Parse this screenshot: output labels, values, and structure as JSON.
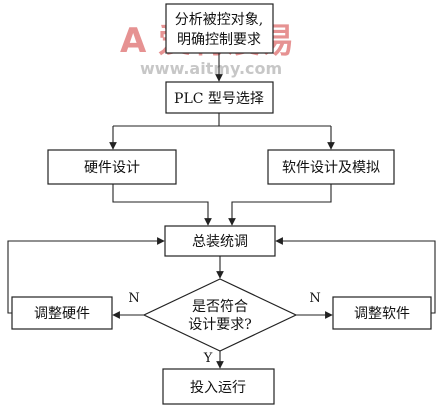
{
  "watermark": {
    "brand": "A 爱特漫易",
    "url": "www.aitmy.com"
  },
  "nodes": {
    "analyze_line1": "分析被控对象,",
    "analyze_line2": "明确控制要求",
    "plc_select": "PLC 型号选择",
    "hardware_design": "硬件设计",
    "software_design": "软件设计及模拟",
    "integration": "总装统调",
    "decision_line1": "是否符合",
    "decision_line2": "设计要求?",
    "adjust_hardware": "调整硬件",
    "adjust_software": "调整软件",
    "commission": "投入运行"
  },
  "edge_labels": {
    "no_left": "N",
    "no_right": "N",
    "yes": "Y"
  },
  "colors": {
    "stroke": "#222222",
    "watermark_red": "#d23a3a",
    "watermark_gray": "#b9b9b9"
  }
}
